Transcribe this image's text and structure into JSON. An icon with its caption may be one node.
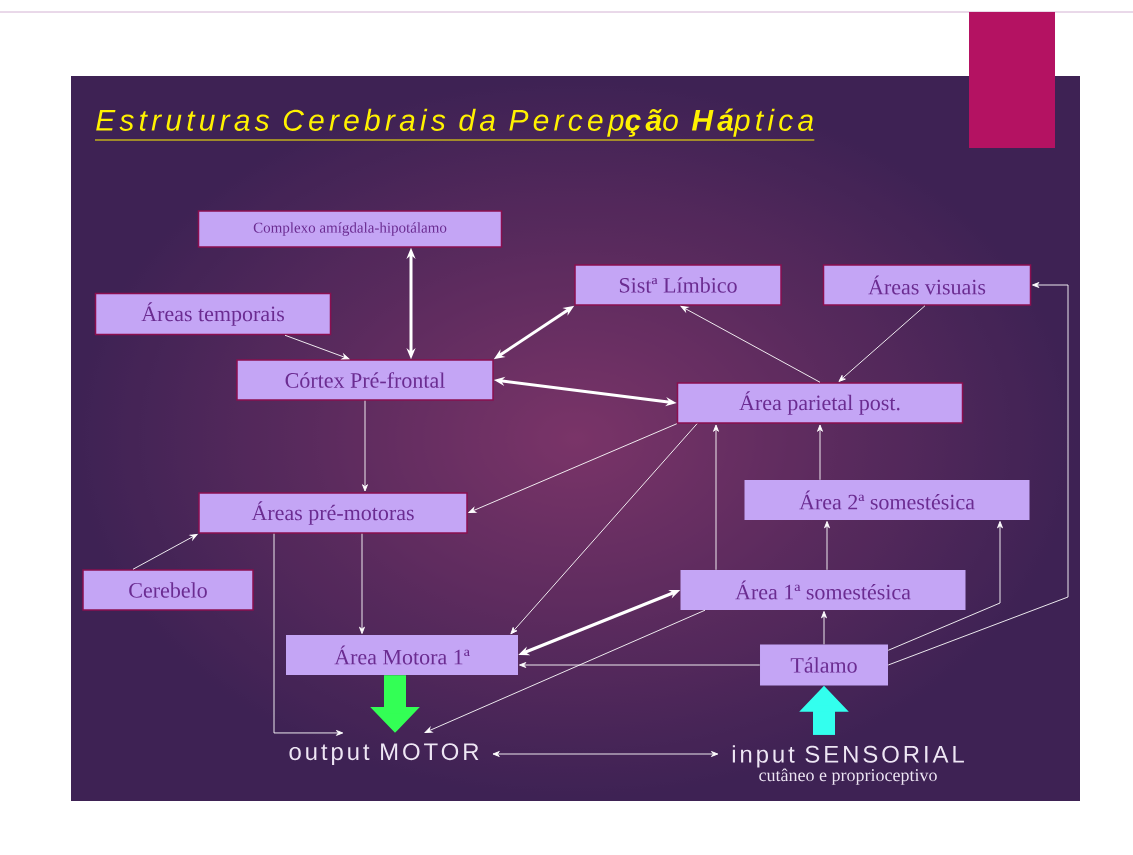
{
  "diagram": {
    "title": "Estruturas Cerebrais da Percep**çã**o **Há**ptica",
    "nodes": [
      {
        "text": [
          "Complexo amígdala-hipotálamo"
        ]
      },
      {
        "text": [
          "Áreas temporais"
        ]
      },
      {
        "text": [
          "Sistª Límbico"
        ]
      },
      {
        "text": [
          "Áreas visuais"
        ]
      },
      {
        "text": [
          "Córtex Pré-frontal"
        ]
      },
      {
        "text": [
          "Área parietal post."
        ]
      },
      {
        "text": [
          "Áreas pré-motoras"
        ]
      },
      {
        "text": [
          "Área 2ª somestésica"
        ]
      },
      {
        "text": [
          "Cerebelo"
        ]
      },
      {
        "text": [
          "Área 1ª somestésica"
        ]
      },
      {
        "text": [
          "Área Motora 1ª"
        ]
      },
      {
        "text": [
          "Tálamo"
        ]
      },
      {
        "text": [
          "output MOTOR"
        ]
      },
      {
        "text": [
          "input SENSORIAL",
          "cutâneo e proprioceptivo"
        ]
      }
    ],
    "edges": [
      {
        "from": 0,
        "to": 4,
        "arrow": "both",
        "style": "thick"
      },
      {
        "from": 1,
        "to": 4,
        "arrow": "to"
      },
      {
        "from": 4,
        "to": 2,
        "arrow": "both",
        "style": "thick"
      },
      {
        "from": 4,
        "to": 5,
        "arrow": "both",
        "style": "thick"
      },
      {
        "from": 5,
        "to": 2,
        "arrow": "to"
      },
      {
        "from": 3,
        "to": 5,
        "arrow": "to"
      },
      {
        "from": 4,
        "to": 6,
        "arrow": "to"
      },
      {
        "from": 5,
        "to": 6,
        "arrow": "to"
      },
      {
        "from": 5,
        "to": 10,
        "arrow": "to"
      },
      {
        "from": 6,
        "to": 10,
        "arrow": "to"
      },
      {
        "from": 8,
        "to": 6,
        "arrow": "to"
      },
      {
        "from": 6,
        "to": 12,
        "arrow": "to"
      },
      {
        "from": 10,
        "to": 9,
        "arrow": "both",
        "style": "thick"
      },
      {
        "from": 9,
        "to": 12,
        "arrow": "to"
      },
      {
        "from": 11,
        "to": 10,
        "arrow": "to"
      },
      {
        "from": 9,
        "to": 5,
        "arrow": "to"
      },
      {
        "from": 7,
        "to": 5,
        "arrow": "to"
      },
      {
        "from": 11,
        "to": 9,
        "arrow": "to"
      },
      {
        "from": 9,
        "to": 7,
        "arrow": "to"
      },
      {
        "from": 11,
        "to": 7,
        "arrow": "to"
      },
      {
        "from": 11,
        "to": 3,
        "arrow": "to"
      },
      {
        "from": 12,
        "to": 13,
        "arrow": "both"
      },
      {
        "from": 10,
        "to": 12,
        "arrow": "to",
        "style": "thick",
        "color": "#33ff55"
      },
      {
        "from": 13,
        "to": 11,
        "arrow": "to",
        "style": "thick",
        "color": "#33ffee"
      }
    ]
  }
}
